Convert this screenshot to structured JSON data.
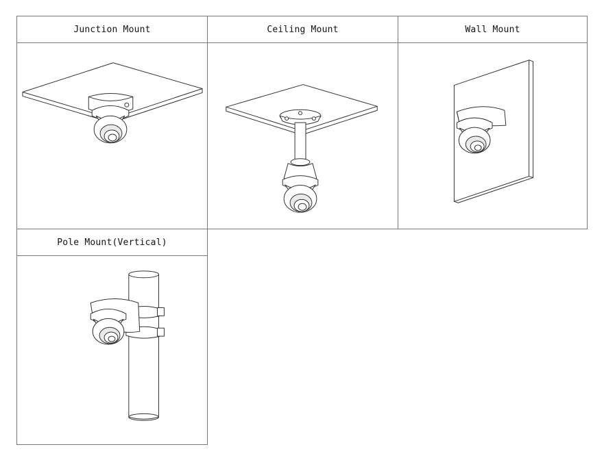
{
  "mounts": [
    {
      "label": "Junction Mount"
    },
    {
      "label": "Ceiling Mount"
    },
    {
      "label": "Wall Mount"
    },
    {
      "label": "Pole Mount(Vertical)"
    }
  ]
}
